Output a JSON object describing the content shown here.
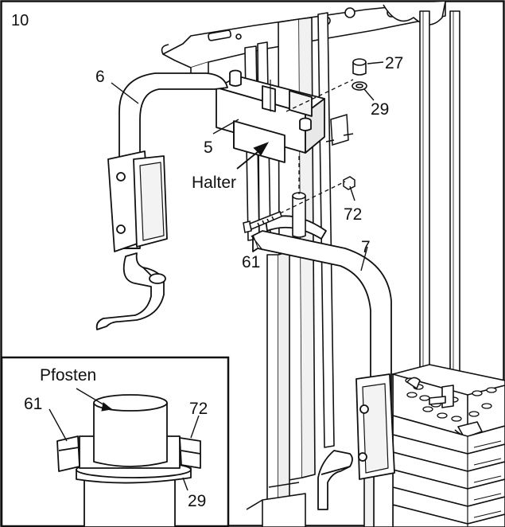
{
  "diagram": {
    "step_number": "10",
    "main_labels": {
      "part_6": "6",
      "part_5": "5",
      "halter": "Halter",
      "part_27": "27",
      "part_29": "29",
      "part_72": "72",
      "part_61": "61",
      "part_7": "7"
    },
    "inset": {
      "pfosten": "Pfosten",
      "part_61": "61",
      "part_72": "72",
      "part_29": "29"
    }
  },
  "colors": {
    "line": "#111111",
    "paper": "#ffffff",
    "shade": "#e6e6e6"
  }
}
